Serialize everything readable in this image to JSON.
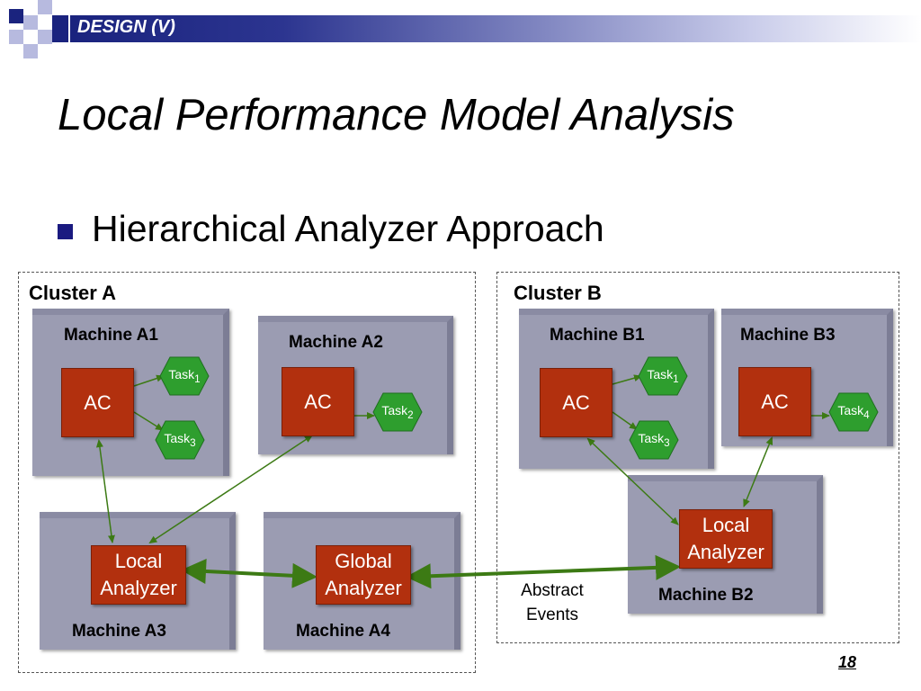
{
  "header": {
    "section": "DESIGN (V)"
  },
  "title": "Local Performance Model Analysis",
  "bullet": "Hierarchical Analyzer Approach",
  "clusters": [
    {
      "label": "Cluster A"
    },
    {
      "label": "Cluster B"
    }
  ],
  "machines": {
    "a1": "Machine A1",
    "a2": "Machine A2",
    "a3": "Machine A3",
    "a4": "Machine A4",
    "b1": "Machine B1",
    "b2": "Machine B2",
    "b3": "Machine B3"
  },
  "components": {
    "ac": "AC",
    "local_analyzer": "Local\nAnalyzer",
    "global_analyzer": "Global\nAnalyzer"
  },
  "tasks": {
    "a1_top": {
      "name": "Task",
      "sub": "1"
    },
    "a1_bottom": {
      "name": "Task",
      "sub": "3"
    },
    "a2": {
      "name": "Task",
      "sub": "2"
    },
    "b1_top": {
      "name": "Task",
      "sub": "1"
    },
    "b1_bottom": {
      "name": "Task",
      "sub": "3"
    },
    "b3": {
      "name": "Task",
      "sub": "4"
    }
  },
  "annotation": "Abstract\nEvents",
  "page_number": "18",
  "colors": {
    "header_band": "#1a237e",
    "machine": "#9b9cb2",
    "component": "#b2300e",
    "task": "#2e9e2e",
    "arrow": "#3c7a14"
  }
}
